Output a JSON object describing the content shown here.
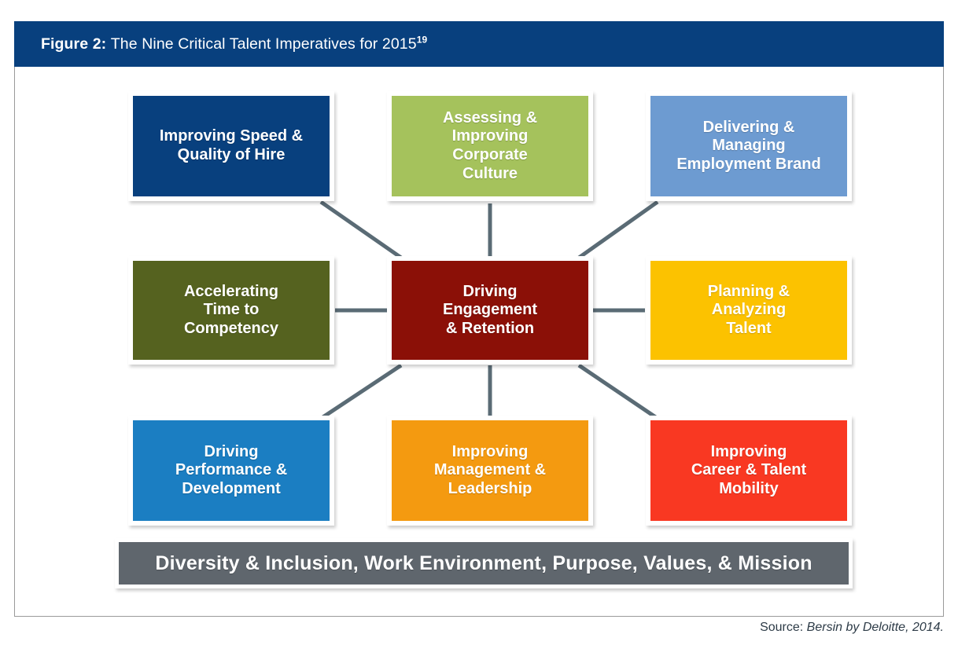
{
  "figure": {
    "label": "Figure 2:",
    "title": "The Nine Critical Talent Imperatives for 2015",
    "footnote_marker": "19",
    "header_color": "#08407e"
  },
  "diagram": {
    "type": "hub-and-spoke",
    "center_id": "driving-engagement-retention",
    "connector_color": "#5a6b75",
    "nodes": [
      {
        "id": "improving-speed-quality-of-hire",
        "position": "top-left",
        "color": "#08407e",
        "lines": [
          "Improving Speed &",
          "Quality of Hire"
        ]
      },
      {
        "id": "assessing-improving-corporate-culture",
        "position": "top-center",
        "color": "#a5c25c",
        "lines": [
          "Assessing &",
          "Improving",
          "Corporate",
          "Culture"
        ]
      },
      {
        "id": "delivering-managing-employment-brand",
        "position": "top-right",
        "color": "#6d9bd1",
        "lines": [
          "Delivering &",
          "Managing",
          "Employment Brand"
        ]
      },
      {
        "id": "accelerating-time-to-competency",
        "position": "middle-left",
        "color": "#55621f",
        "lines": [
          "Accelerating",
          "Time to",
          "Competency"
        ]
      },
      {
        "id": "driving-engagement-retention",
        "position": "center",
        "color": "#8b1007",
        "lines": [
          "Driving",
          "Engagement",
          "& Retention"
        ]
      },
      {
        "id": "planning-analyzing-talent",
        "position": "middle-right",
        "color": "#fcc200",
        "lines": [
          "Planning &",
          "Analyzing",
          "Talent"
        ]
      },
      {
        "id": "driving-performance-development",
        "position": "bottom-left",
        "color": "#1b7ec2",
        "lines": [
          "Driving",
          "Performance &",
          "Development"
        ]
      },
      {
        "id": "improving-management-leadership",
        "position": "bottom-center",
        "color": "#f49a10",
        "lines": [
          "Improving",
          "Management &",
          "Leadership"
        ]
      },
      {
        "id": "improving-career-talent-mobility",
        "position": "bottom-right",
        "color": "#f93822",
        "lines": [
          "Improving",
          "Career & Talent",
          "Mobility"
        ]
      }
    ],
    "foundation_band": {
      "text": "Diversity & Inclusion, Work Environment, Purpose, Values, & Mission",
      "color": "#5f666d"
    }
  },
  "source": {
    "label": "Source:",
    "value": "Bersin by Deloitte, 2014."
  }
}
